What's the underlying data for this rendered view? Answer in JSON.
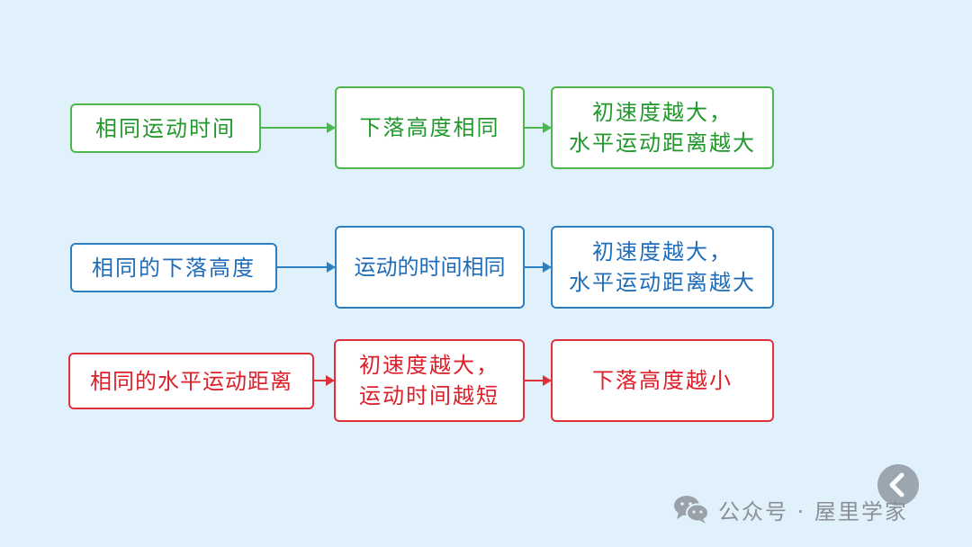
{
  "rows": [
    {
      "color": "#20982b",
      "boxes": [
        {
          "lines": [
            "相同运动时间"
          ]
        },
        {
          "lines": [
            "下落高度相同"
          ]
        },
        {
          "lines": [
            "初速度越大，",
            "水平运动距离越大"
          ]
        }
      ]
    },
    {
      "color": "#1f6db8",
      "boxes": [
        {
          "lines": [
            "相同的下落高度"
          ]
        },
        {
          "lines": [
            "运动的时间相同"
          ]
        },
        {
          "lines": [
            "初速度越大，",
            "水平运动距离越大"
          ]
        }
      ]
    },
    {
      "color": "#dd1f2a",
      "boxes": [
        {
          "lines": [
            "相同的水平运动距离"
          ]
        },
        {
          "lines": [
            "初速度越大，",
            "运动时间越短"
          ]
        },
        {
          "lines": [
            "下落高度越小"
          ]
        }
      ]
    }
  ],
  "watermark": {
    "text": "公众号 · 屋里学家",
    "icon": "wechat-icon"
  },
  "nav": {
    "back_icon": "chevron-left-icon"
  }
}
